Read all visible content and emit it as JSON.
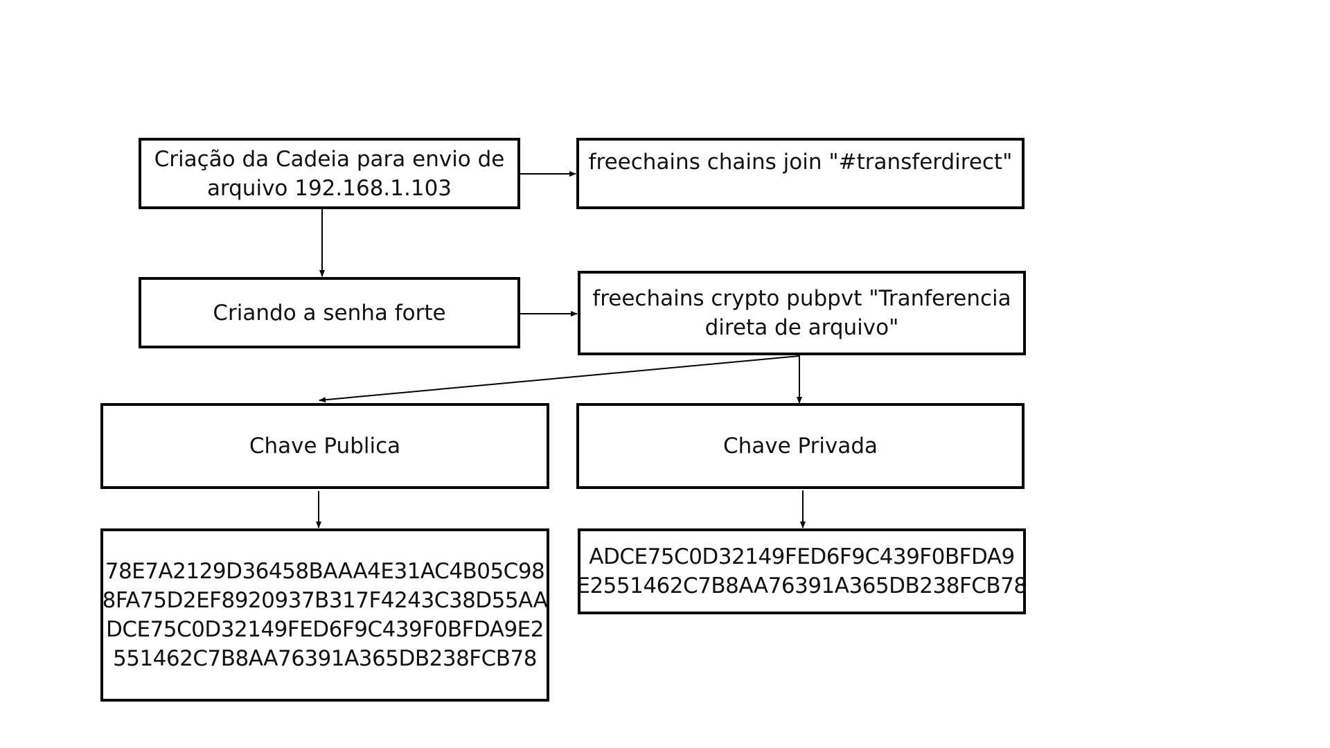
{
  "diagram": {
    "nodes": {
      "create_chain": {
        "text": "Criação da Cadeia para envio de\narquivo 192.168.1.103"
      },
      "join_cmd": {
        "text": "freechains chains join \"#transferdirect\""
      },
      "strong_password": {
        "text": "Criando a senha forte"
      },
      "pubpvt_cmd": {
        "text": "freechains crypto pubpvt \"Tranferencia\ndireta de arquivo\""
      },
      "public_key": {
        "text": "Chave Publica"
      },
      "private_key": {
        "text": "Chave Privada"
      },
      "public_key_value": {
        "text": "78E7A2129D36458BAAA4E31AC4B05C98\n8FA75D2EF8920937B317F4243C38D55AA\nDCE75C0D32149FED6F9C439F0BFDA9E2\n551462C7B8AA76391A365DB238FCB78"
      },
      "private_key_value": {
        "text": "ADCE75C0D32149FED6F9C439F0BFDA9\nE2551462C7B8AA76391A365DB238FCB78"
      }
    },
    "edges": [
      {
        "from": "create_chain",
        "to": "join_cmd"
      },
      {
        "from": "create_chain",
        "to": "strong_password"
      },
      {
        "from": "strong_password",
        "to": "pubpvt_cmd"
      },
      {
        "from": "pubpvt_cmd",
        "to": "public_key"
      },
      {
        "from": "pubpvt_cmd",
        "to": "private_key"
      },
      {
        "from": "public_key",
        "to": "public_key_value"
      },
      {
        "from": "private_key",
        "to": "private_key_value"
      }
    ],
    "colors": {
      "line": "#000000",
      "text": "#111111",
      "background": "#ffffff"
    }
  }
}
